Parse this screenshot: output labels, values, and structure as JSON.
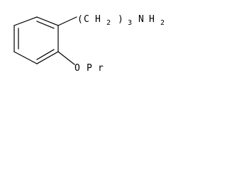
{
  "molecule": {
    "chain_label": {
      "open_paren": "(",
      "ch2_c": "C",
      "ch2_h": "H",
      "ch2_sub": "2",
      "close_paren": ")",
      "repeat_sub": "3",
      "amine_n": "N",
      "amine_h": "H",
      "amine_sub": "2"
    },
    "ether_label": {
      "oxygen": "O",
      "isopropyl_p": "P",
      "isopropyl_r": "r"
    },
    "colors": {
      "bond": "#000000",
      "text": "#000000",
      "background": "#ffffff"
    }
  }
}
